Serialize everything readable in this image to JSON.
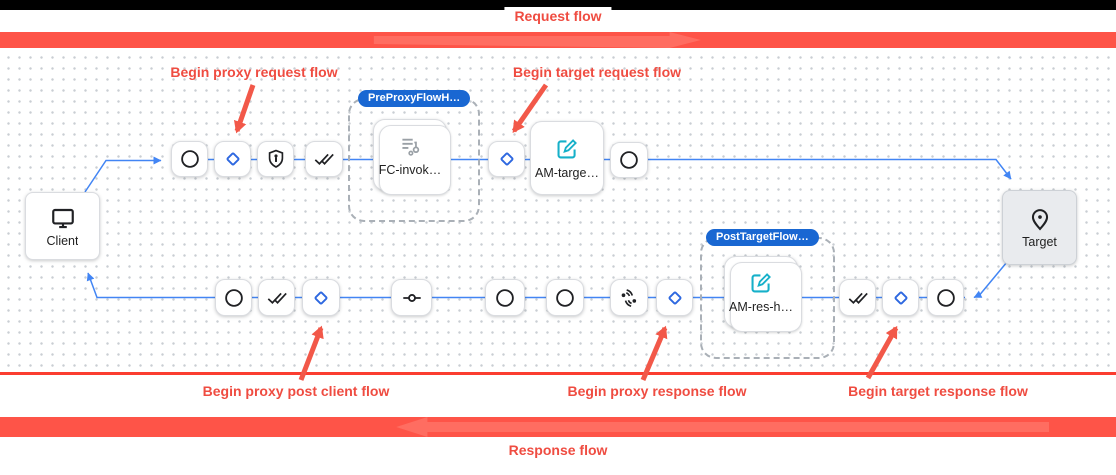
{
  "banners": {
    "request": "Request flow",
    "response": "Response flow"
  },
  "annotations": {
    "proxy_request": "Begin proxy request flow",
    "target_request": "Begin target request flow",
    "proxy_post_client": "Begin proxy post client flow",
    "proxy_response": "Begin proxy response flow",
    "target_response": "Begin target response flow"
  },
  "endpoints": {
    "client": "Client",
    "target": "Target"
  },
  "flow_hooks": {
    "pre_proxy": {
      "badge": "PreProxyFlowH…",
      "policy": "FC-invok…"
    },
    "post_target": {
      "badge": "PostTargetFlow…",
      "policy": "AM-res-h…"
    }
  },
  "policies": {
    "am_target": "AM-targe…"
  },
  "icons": {
    "client": "monitor-icon",
    "target": "location-pin-icon",
    "steps": [
      "circle-icon",
      "diamond-icon",
      "shield-key-icon",
      "done-all-icon",
      "commit-icon",
      "connect-signal-icon"
    ],
    "policy_edit": "edit-square-icon",
    "flow_callout": "flow-callout-icon"
  },
  "colors": {
    "annotation_red": "#ef4c41",
    "banner_red": "#fe5448",
    "flow_line_blue": "#4285f4",
    "badge_blue": "#1967d2",
    "diamond_blue": "#2e68e0",
    "policy_teal": "#16b0c9",
    "top_bar_black": "#000000",
    "target_fill": "#e9ebee"
  }
}
